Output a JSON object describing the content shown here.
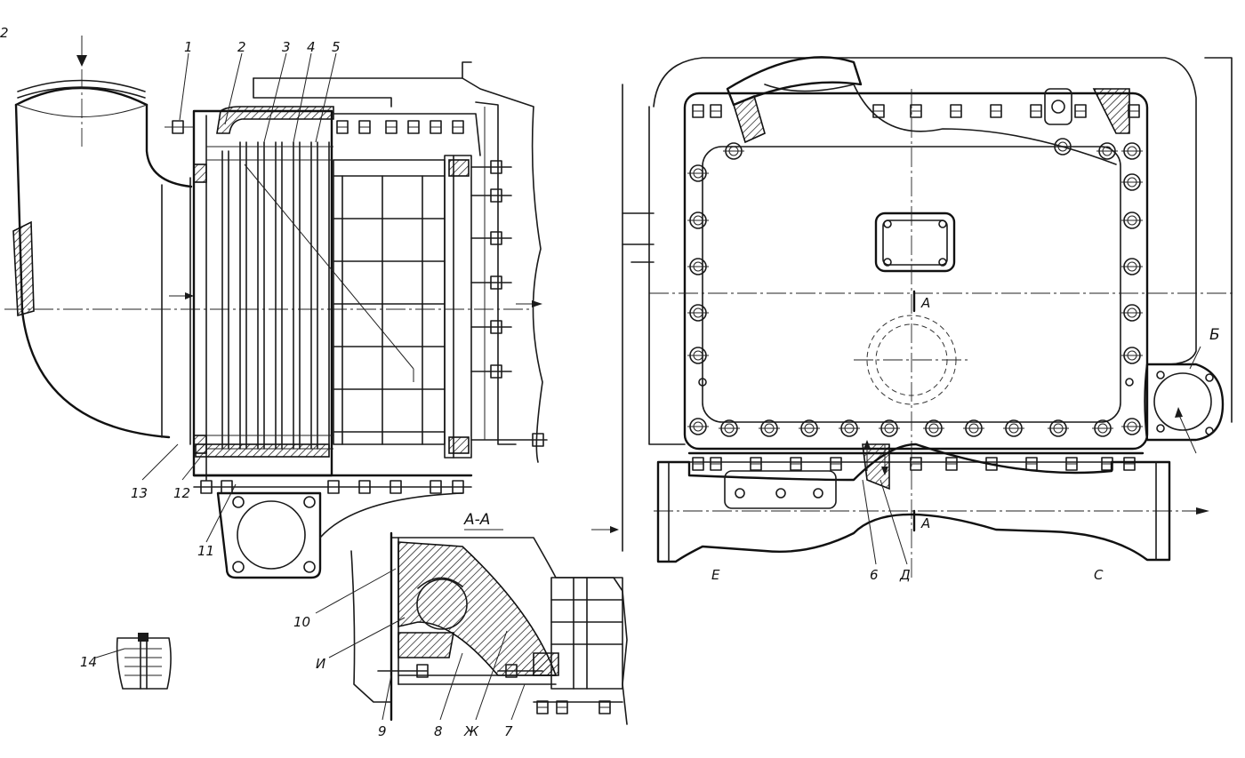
{
  "figure": {
    "label_1": "1",
    "label_2": "2",
    "label_3": "3",
    "label_4": "4",
    "label_5": "5",
    "label_6": "6",
    "label_7": "7",
    "label_8": "8",
    "label_9": "9",
    "label_10": "10",
    "label_11": "11",
    "label_12": "12",
    "label_13": "13",
    "label_14": "14",
    "label_section": "А-А",
    "label_A_top": "А",
    "label_A_bottom": "А",
    "label_B": "Б",
    "label_D": "Д",
    "label_E": "Е",
    "label_S": "С",
    "label_I": "И",
    "label_Zh": "Ж",
    "corner_mark": "2"
  }
}
